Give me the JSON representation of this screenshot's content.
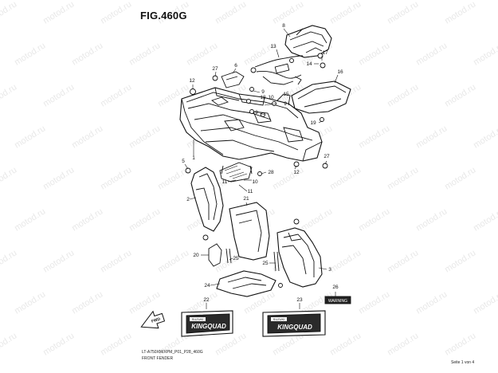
{
  "figure": {
    "title": "FIG.460G",
    "code": "LT-A750XM/XPM_P01_P28_460G",
    "caption": "FRONT FENDER",
    "page": "Seite 1 von 4"
  },
  "watermark": "motod.ru",
  "callouts": [
    {
      "id": "1",
      "label": "1"
    },
    {
      "id": "2",
      "label": "2"
    },
    {
      "id": "3",
      "label": "3"
    },
    {
      "id": "5",
      "label": "5"
    },
    {
      "id": "6",
      "label": "6"
    },
    {
      "id": "8",
      "label": "8"
    },
    {
      "id": "9a",
      "label": "9"
    },
    {
      "id": "9b",
      "label": "9"
    },
    {
      "id": "9c",
      "label": "9"
    },
    {
      "id": "10a",
      "label": "10"
    },
    {
      "id": "10b",
      "label": "10"
    },
    {
      "id": "11a",
      "label": "11"
    },
    {
      "id": "11b",
      "label": "11"
    },
    {
      "id": "12a",
      "label": "12"
    },
    {
      "id": "12b",
      "label": "12"
    },
    {
      "id": "13",
      "label": "13"
    },
    {
      "id": "14",
      "label": "14"
    },
    {
      "id": "15",
      "label": "15"
    },
    {
      "id": "16",
      "label": "16"
    },
    {
      "id": "17",
      "label": "17"
    },
    {
      "id": "18",
      "label": "18"
    },
    {
      "id": "19",
      "label": "19"
    },
    {
      "id": "20",
      "label": "20"
    },
    {
      "id": "21",
      "label": "21"
    },
    {
      "id": "22",
      "label": "22"
    },
    {
      "id": "23",
      "label": "23"
    },
    {
      "id": "24",
      "label": "24"
    },
    {
      "id": "25a",
      "label": "25"
    },
    {
      "id": "25b",
      "label": "25"
    },
    {
      "id": "26",
      "label": "26"
    },
    {
      "id": "27a",
      "label": "27"
    },
    {
      "id": "27b",
      "label": "27"
    },
    {
      "id": "28",
      "label": "28"
    }
  ],
  "decals": {
    "left_brand": "SUZUKI",
    "left_model": "KINGQUAD",
    "right_brand": "SUZUKI",
    "right_model": "KINGQUAD"
  },
  "arrow_label": "FWD",
  "warning_label": "WARNING"
}
